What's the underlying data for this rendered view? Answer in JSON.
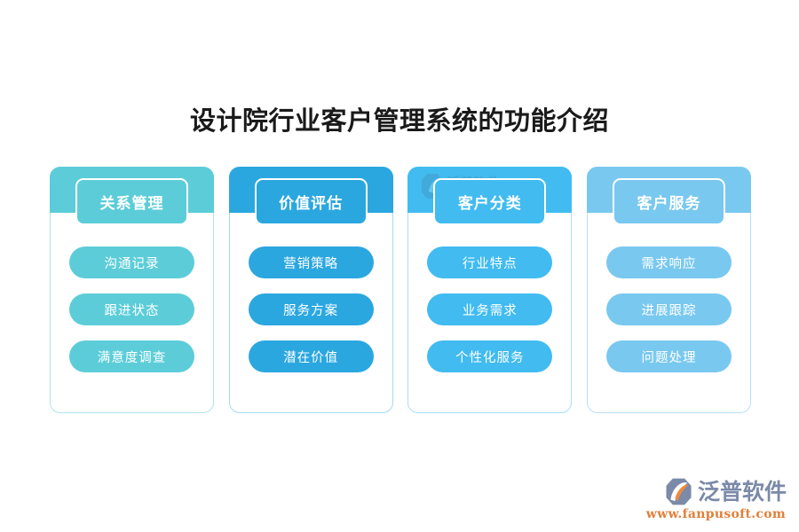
{
  "page": {
    "title": "设计院行业客户管理系统的功能介绍",
    "background_color": "#ffffff"
  },
  "columns": [
    {
      "header": "关系管理",
      "accent_color": "#5ccdd8",
      "band_color": "#5ccdd8",
      "border_color": "#aee4ea",
      "items": [
        "沟通记录",
        "跟进状态",
        "满意度调查"
      ]
    },
    {
      "header": "价值评估",
      "accent_color": "#2ba7e0",
      "band_color": "#2ba7e0",
      "border_color": "#a3d9f2",
      "items": [
        "营销策略",
        "服务方案",
        "潜在价值"
      ]
    },
    {
      "header": "客户分类",
      "accent_color": "#41bbf0",
      "band_color": "#41bbf0",
      "border_color": "#a9dff6",
      "items": [
        "行业特点",
        "业务需求",
        "个性化服务"
      ]
    },
    {
      "header": "客户服务",
      "accent_color": "#79c8f0",
      "band_color": "#79c8f0",
      "border_color": "#b7dff5",
      "items": [
        "需求响应",
        "进展跟踪",
        "问题处理"
      ]
    }
  ],
  "watermark": {
    "on_column_index": 2,
    "label": "泛普软件"
  },
  "brand": {
    "name": "泛普软件",
    "url": "www.fanpusoft.com",
    "name_color": "#7b8aa8",
    "url_color": "#e0803a",
    "mark_color": "#7b8aa8",
    "mark_accent_color": "#ef8b3c"
  }
}
